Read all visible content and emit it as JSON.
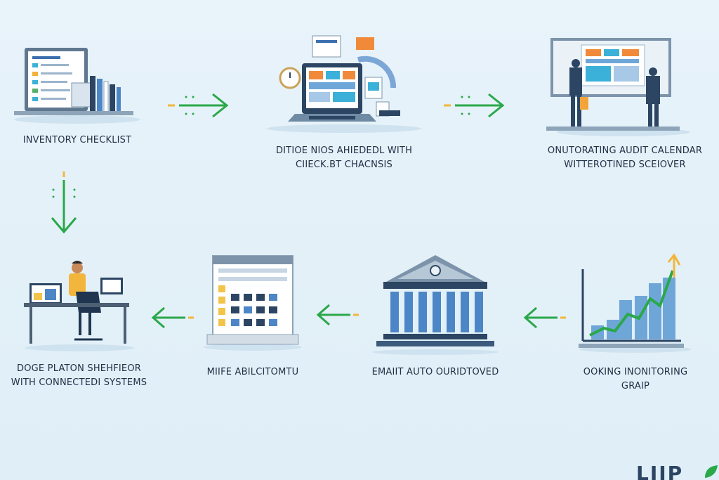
{
  "steps": [
    {
      "label_line1": "INVENTORY CHECKLIST",
      "label_line2": ""
    },
    {
      "label_line1": "DITIOE NIOS AHIEDEDL WITH",
      "label_line2": "CIIECK.BT CHACNSIS"
    },
    {
      "label_line1": "ONUTORATING AUDIT CALENDAR",
      "label_line2": "WITTEROTINED SCEIOVER"
    },
    {
      "label_line1": "OOKING INONITORING",
      "label_line2": "GRAIP"
    },
    {
      "label_line1": "EMAIIT AUTO OURIDTOVED",
      "label_line2": ""
    },
    {
      "label_line1": "MIIFE ABILCITOMTU",
      "label_line2": ""
    },
    {
      "label_line1": "DOGE PLATON SHEHFIEOR",
      "label_line2": "WITH CONNECTEDI SYSTEMS"
    }
  ],
  "logo_text": "LIIP",
  "colors": {
    "arrow_green": "#2aa84a",
    "arrow_orange": "#f2b63c",
    "navy": "#2c4563",
    "blue": "#4d86c6"
  }
}
